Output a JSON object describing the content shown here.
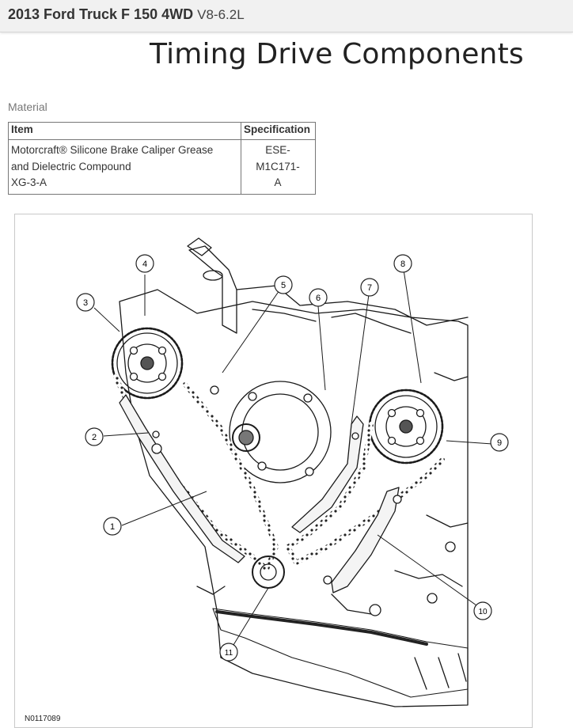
{
  "header": {
    "vehicle": "2013 Ford Truck F 150 4WD",
    "engine": "V8-6.2L"
  },
  "page_title": "Timing Drive Components",
  "material": {
    "section_label": "Material",
    "columns": [
      "Item",
      "Specification"
    ],
    "rows": [
      {
        "item_lines": [
          "Motorcraft® Silicone Brake Caliper Grease",
          "and Dielectric Compound",
          "XG-3-A"
        ],
        "spec_lines": [
          "ESE-M1C171-",
          "A"
        ]
      }
    ]
  },
  "figure": {
    "id": "N0117089",
    "callouts": [
      "1",
      "2",
      "3",
      "4",
      "5",
      "6",
      "7",
      "8",
      "9",
      "10",
      "11"
    ]
  }
}
